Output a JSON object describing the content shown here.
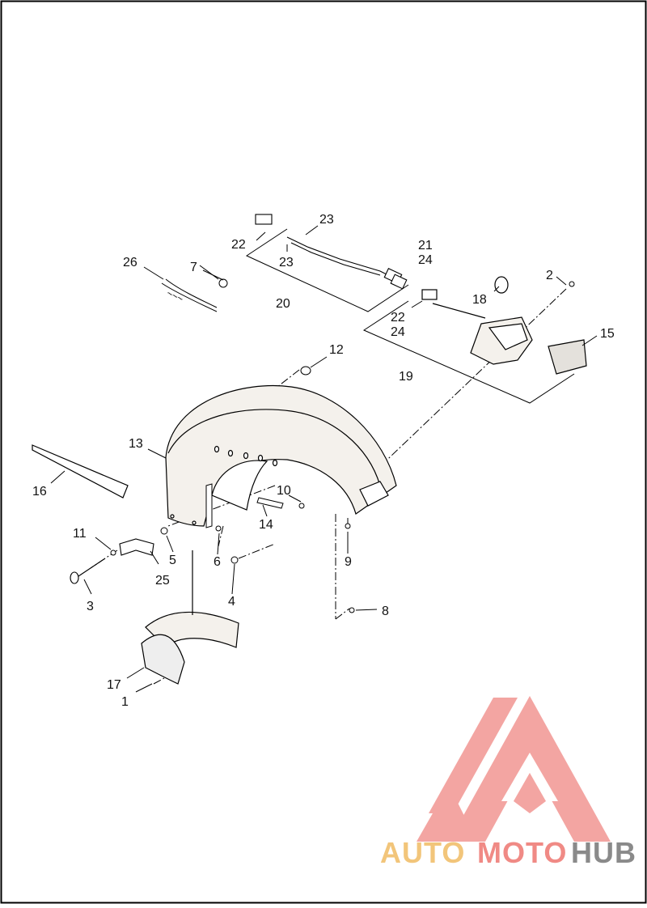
{
  "callouts": {
    "c1": "1",
    "c2": "2",
    "c3": "3",
    "c4": "4",
    "c5": "5",
    "c6": "6",
    "c7": "7",
    "c8": "8",
    "c9": "9",
    "c10": "10",
    "c11": "11",
    "c12": "12",
    "c13": "13",
    "c14": "14",
    "c15": "15",
    "c16": "16",
    "c17": "17",
    "c18": "18",
    "c19": "19",
    "c20": "20",
    "c21": "21",
    "c22a": "22",
    "c22b": "22",
    "c23a": "23",
    "c23b": "23",
    "c24a": "24",
    "c24b": "24",
    "c25": "25",
    "c26": "26"
  },
  "watermark": {
    "part1": "AUTO",
    "part2": "MOTO",
    "part3": "HUB",
    "color_part1": "#f2c57a",
    "color_part2": "#f08a85",
    "color_part3": "#8a8a8a",
    "logo_color": "#f3a5a2"
  }
}
